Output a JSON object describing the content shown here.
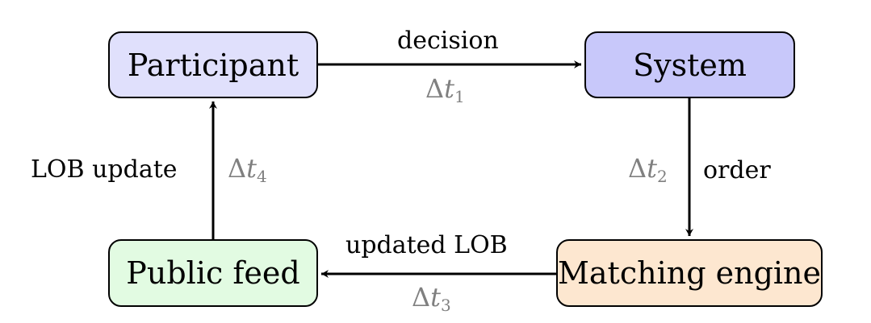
{
  "nodes": {
    "participant": {
      "label": "Participant",
      "fill": "#e0e0fc"
    },
    "system": {
      "label": "System",
      "fill": "#c8c8fa"
    },
    "public_feed": {
      "label": "Public feed",
      "fill": "#e2fbe2"
    },
    "matching_engine": {
      "label": "Matching engine",
      "fill": "#fde7d0"
    }
  },
  "edges": {
    "participant_to_system": {
      "label": "decision",
      "delay_symbol": "Δ",
      "delay_var": "t",
      "delay_sub": "1"
    },
    "system_to_matching": {
      "label": "order",
      "delay_symbol": "Δ",
      "delay_var": "t",
      "delay_sub": "2"
    },
    "matching_to_public": {
      "label": "updated LOB",
      "delay_symbol": "Δ",
      "delay_var": "t",
      "delay_sub": "3"
    },
    "public_to_participant": {
      "label": "LOB update",
      "delay_symbol": "Δ",
      "delay_var": "t",
      "delay_sub": "4"
    }
  },
  "colors": {
    "stroke": "#000000",
    "delay_text": "#808080"
  }
}
